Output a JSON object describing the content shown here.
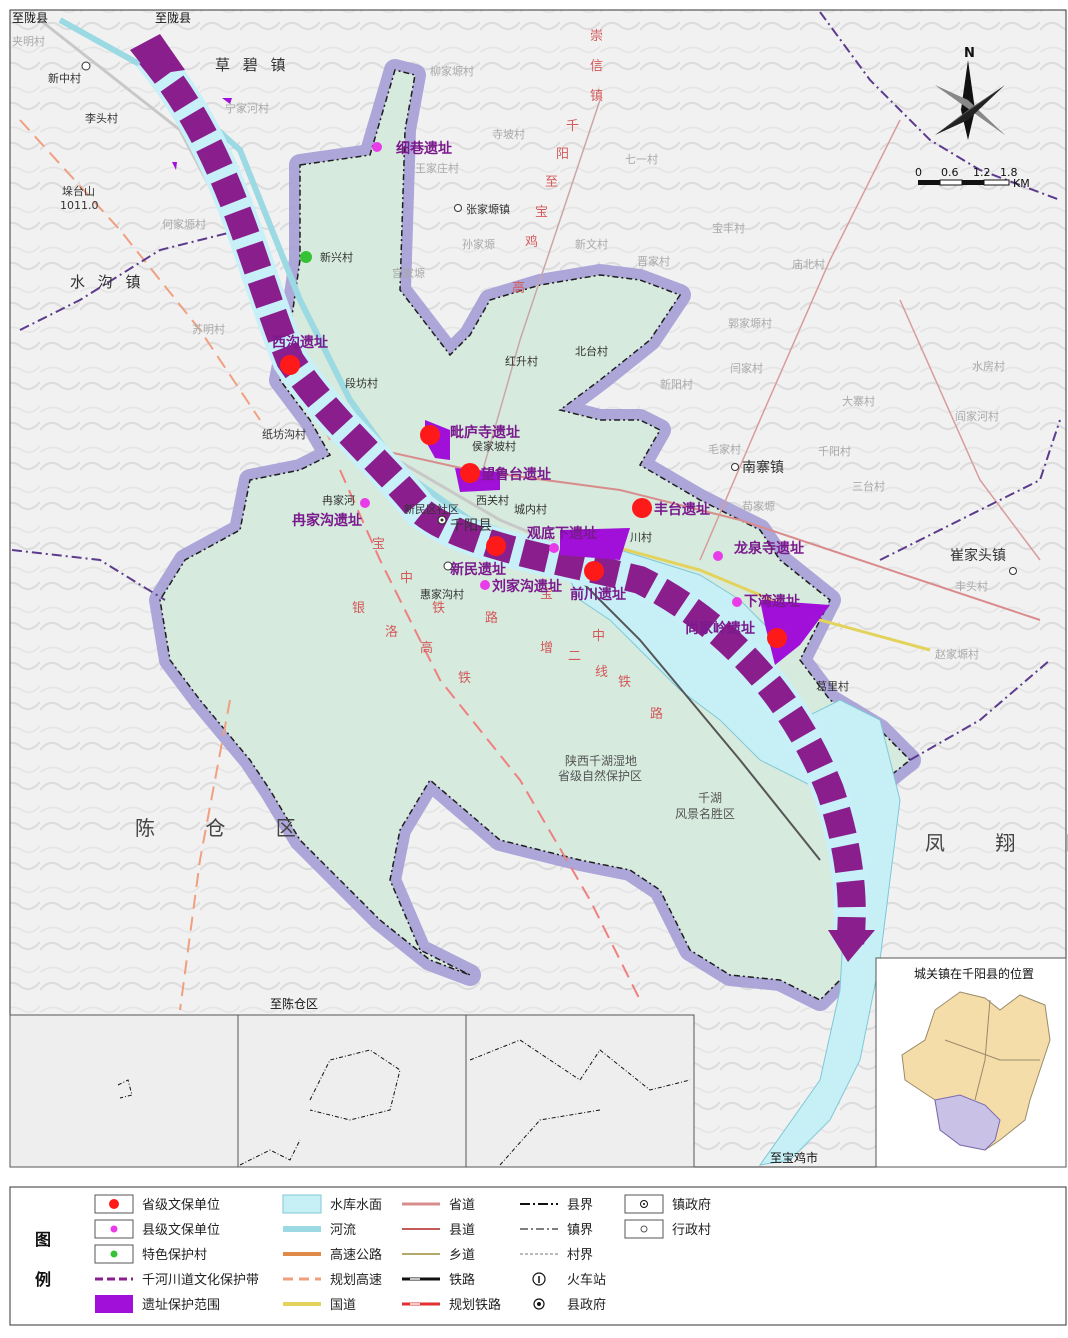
{
  "places": {
    "border_top_left": "至陇县",
    "border_top": "至陇县",
    "border_bottom": "至陈仓区",
    "border_bottom_right": "至宝鸡市",
    "towns": {
      "caobi": "草 碧 镇",
      "shuigou": "水 沟 镇",
      "nanzhai": "南寨镇",
      "cuijiatou": "崔家头镇",
      "qianyang": "千阳县"
    },
    "districts": {
      "chencang": "陈 仓 区",
      "fengxiang": "凤 翔 区"
    },
    "villages": [
      "新兴村",
      "张家塬镇",
      "红升村",
      "北台村",
      "段坊村",
      "纸坊沟村",
      "冉家河",
      "西关村",
      "城内村",
      "惠家沟村",
      "葛里村",
      "新民区社区",
      "侯家坡村",
      "川村",
      "新中村",
      "李头村"
    ],
    "faint_villages": [
      "柳家塬村",
      "王家庄村",
      "寺坡村",
      "七一村",
      "孙家塬",
      "新文村",
      "晋家村",
      "宝丰村",
      "庙北村",
      "郭家塬村",
      "闫家村",
      "大寨村",
      "三台村",
      "千阳村",
      "毛家村",
      "苟家塬",
      "阎家河村",
      "水房村",
      "赵家塬村",
      "丰头村",
      "苏明村",
      "何家塬村",
      "夹明村",
      "宁家河村",
      "新阳村",
      "宫家塬"
    ],
    "mountain": "垛台山",
    "elevation": "1011.0",
    "reserve": [
      "陕西千湖湿地",
      "省级自然保护区"
    ],
    "scenic": [
      "千湖",
      "风景名胜区"
    ],
    "route_chars": [
      "银",
      "洛",
      "高",
      "铁",
      "宝",
      "中",
      "铁",
      "路",
      "增",
      "二",
      "线",
      "宝",
      "中",
      "铁",
      "路",
      "崇",
      "信",
      "镇",
      "千",
      "阳",
      "至",
      "宝",
      "鸡",
      "高"
    ]
  },
  "sites": [
    {
      "name": "细巷遗址",
      "level": "county"
    },
    {
      "name": "西沟遗址",
      "level": "provincial"
    },
    {
      "name": "毗庐寺遗址",
      "level": "provincial"
    },
    {
      "name": "望鲁台遗址",
      "level": "provincial"
    },
    {
      "name": "丰台遗址",
      "level": "provincial"
    },
    {
      "name": "冉家沟遗址",
      "level": "county"
    },
    {
      "name": "观底下遗址",
      "level": "county"
    },
    {
      "name": "新民遗址",
      "level": "provincial"
    },
    {
      "name": "刘家沟遗址",
      "level": "county"
    },
    {
      "name": "前川遗址",
      "level": "provincial"
    },
    {
      "name": "龙泉寺遗址",
      "level": "county"
    },
    {
      "name": "下湾遗址",
      "level": "county"
    },
    {
      "name": "尚家岭遗址",
      "level": "provincial"
    }
  ],
  "compass": {
    "north": "N"
  },
  "scale_bar": {
    "ticks": [
      "0",
      "0.6",
      "1.2",
      "1.8"
    ],
    "unit": "KM"
  },
  "inset": {
    "title": "城关镇在千阳县的位置"
  },
  "legend": {
    "title_top": "图",
    "title_bottom": "例",
    "col1": [
      "省级文保单位",
      "县级文保单位",
      "特色保护村",
      "千河川道文化保护带",
      "遗址保护范围"
    ],
    "col2": [
      "水库水面",
      "河流",
      "高速公路",
      "规划高速",
      "国道"
    ],
    "col3": [
      "省道",
      "县道",
      "乡道",
      "铁路",
      "规划铁路"
    ],
    "col4": [
      "县界",
      "镇界",
      "村界",
      "火车站",
      "县政府"
    ],
    "col5": [
      "镇政府",
      "行政村"
    ]
  },
  "colors": {
    "provincial": "#ff1a1a",
    "county": "#e83ce8",
    "special_village": "#35c235",
    "corridor": "#8a1e8c",
    "site_area": "#a010d8",
    "reservoir": "#c6f0f5",
    "town_area": "#d6ead6",
    "buffer": "#a8a2d6"
  }
}
